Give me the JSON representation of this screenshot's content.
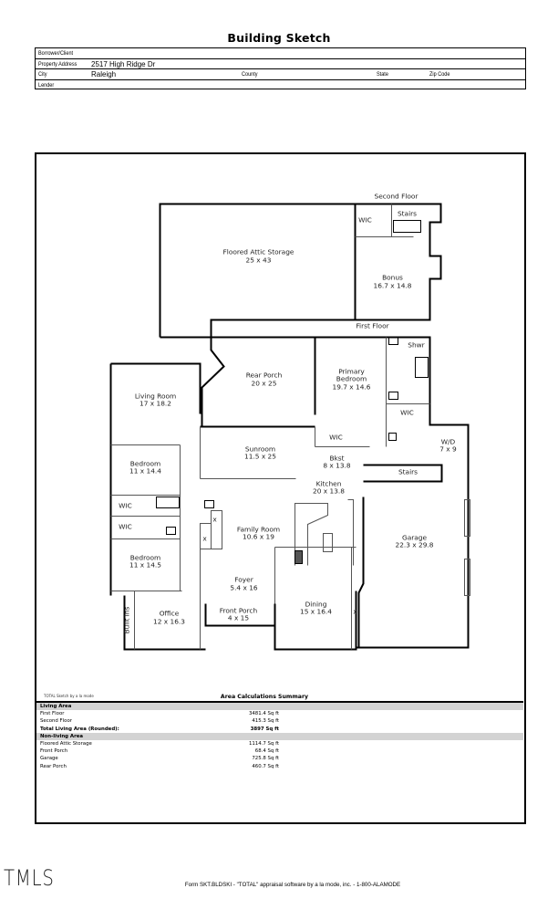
{
  "document": {
    "title": "Building Sketch"
  },
  "info_table": {
    "borrower_label": "Borrower/Client",
    "borrower_value": "",
    "address_label": "Property Address",
    "address_value": "2517 High Ridge Dr",
    "city_label": "City",
    "city_value": "Raleigh",
    "county_label": "County",
    "state_label": "State",
    "zip_label": "Zip Code",
    "lender_label": "Lender"
  },
  "floor_plan": {
    "floor_labels": {
      "second_floor": "Second Floor",
      "first_floor": "First Floor"
    },
    "rooms": {
      "attic": {
        "name": "Floored Attic Storage",
        "size": "25 x 43"
      },
      "wic_upper": {
        "name": "WIC"
      },
      "stairs_upper": {
        "name": "Stairs"
      },
      "bonus": {
        "name": "Bonus",
        "size": "16.7 x 14.8"
      },
      "shwr": {
        "name": "Shwr"
      },
      "rear_porch": {
        "name": "Rear Porch",
        "size": "20 x 25"
      },
      "primary_bedroom": {
        "name": "Primary",
        "name2": "Bedroom",
        "size": "19.7 x 14.6"
      },
      "living_room": {
        "name": "Living Room",
        "size": "17 x 18.2"
      },
      "wic_primary": {
        "name": "WIC"
      },
      "wic_mid": {
        "name": "WIC"
      },
      "wd": {
        "name": "W/D",
        "size": "7 x 9"
      },
      "sunroom": {
        "name": "Sunroom",
        "size": "11.5 x 25"
      },
      "bkst": {
        "name": "Bkst",
        "size": "8 x 13.8"
      },
      "stairs_lower": {
        "name": "Stairs"
      },
      "bedroom1": {
        "name": "Bedroom",
        "size": "11 x 14.4"
      },
      "kitchen": {
        "name": "Kitchen",
        "size": "20 x 13.8"
      },
      "wic_a": {
        "name": "WIC"
      },
      "wic_b": {
        "name": "WIC"
      },
      "family_room": {
        "name": "Family Room",
        "size": "10.6 x 19"
      },
      "garage": {
        "name": "Garage",
        "size": "22.3 x 29.8"
      },
      "bedroom2": {
        "name": "Bedroom",
        "size": "11 x 14.5"
      },
      "foyer": {
        "name": "Foyer",
        "size": "5.4 x 16"
      },
      "built_ins": {
        "name": "Built Ins"
      },
      "office": {
        "name": "Office",
        "size": "12 x 16.3"
      },
      "front_porch": {
        "name": "Front Porch",
        "size": "4 x 15"
      },
      "dining": {
        "name": "Dining",
        "size": "15 x 16.4"
      }
    },
    "markers": {
      "x": "x"
    }
  },
  "sketch_credit": "TOTAL Sketch by a la mode",
  "area_summary": {
    "title": "Area Calculations Summary",
    "living_header": "Living Area",
    "living": [
      {
        "label": "First Floor",
        "value": "3481.4 Sq ft"
      },
      {
        "label": "Second Floor",
        "value": "415.3 Sq ft"
      }
    ],
    "total_label": "Total Living Area (Rounded):",
    "total_value": "3897 Sq ft",
    "nonliving_header": "Non-living Area",
    "nonliving": [
      {
        "label": "Floored Attic Storage",
        "value": "1114.7 Sq ft"
      },
      {
        "label": "Front Porch",
        "value": "68.4 Sq ft"
      },
      {
        "label": "Garage",
        "value": "725.8 Sq ft"
      },
      {
        "label": "Rear Porch",
        "value": "460.7 Sq ft"
      }
    ]
  },
  "footer": {
    "logo": "TMLS",
    "form_text": "Form SKT.BLDSKI - \"TOTAL\" appraisal software by a la mode, inc. - 1-800-ALAMODE"
  }
}
